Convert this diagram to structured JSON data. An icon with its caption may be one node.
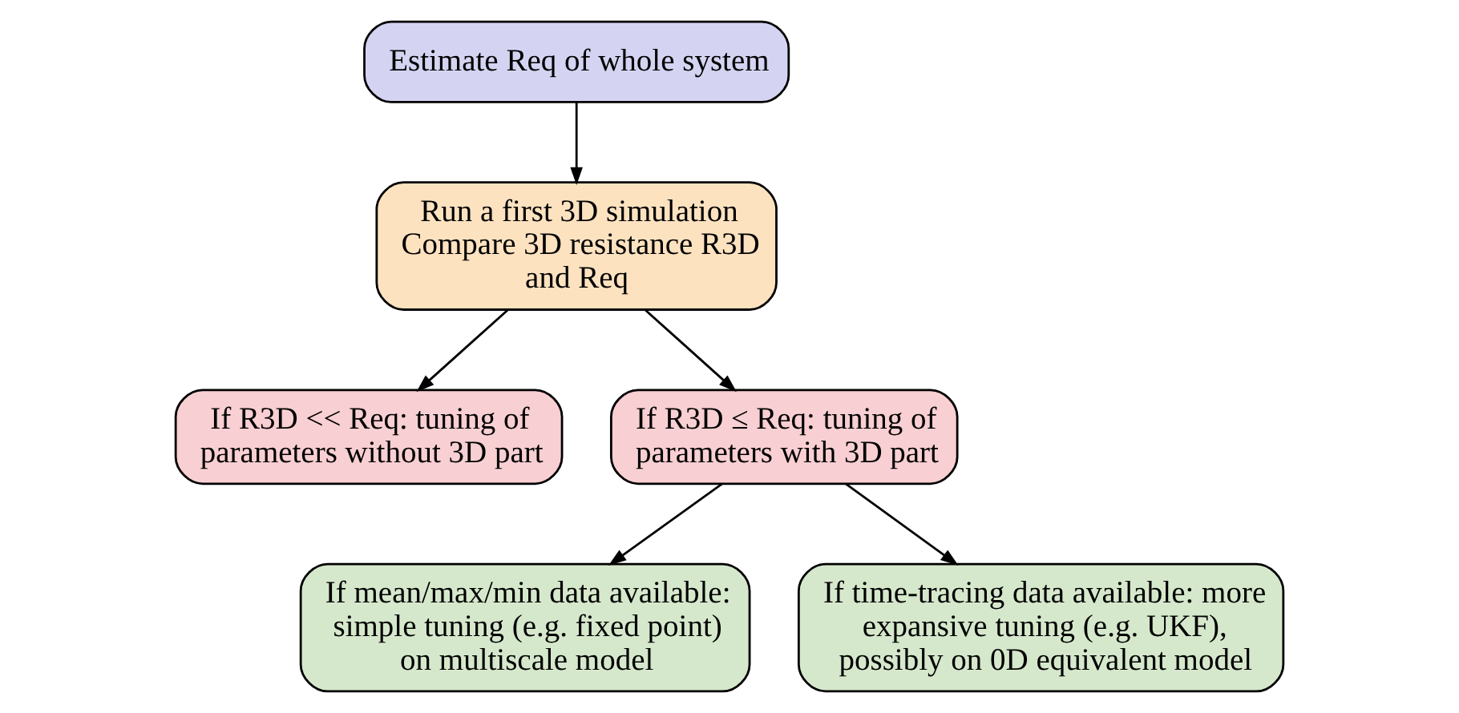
{
  "diagram": {
    "nodes": [
      {
        "text": [
          "Estimate Req of whole system"
        ]
      },
      {
        "text": [
          "Run a first 3D simulation Compare 3D resistance R3D and Req"
        ]
      },
      {
        "text": [
          "If R3D << Req: tuning of parameters without 3D part"
        ]
      },
      {
        "text": [
          "If R3D ≤ Req: tuning of parameters with 3D part"
        ]
      },
      {
        "text": [
          "If mean/max/min data available: simple tuning (e.g. fixed point) on multiscale model"
        ]
      },
      {
        "text": [
          "If time-tracing data available: more expansive tuning (e.g. UKF), possibly on 0D equivalent model"
        ]
      }
    ],
    "edges": [
      {
        "from": 0,
        "to": 1,
        "arrow": "to"
      },
      {
        "from": 1,
        "to": 2,
        "arrow": "to"
      },
      {
        "from": 1,
        "to": 3,
        "arrow": "to"
      },
      {
        "from": 3,
        "to": 4,
        "arrow": "to"
      },
      {
        "from": 3,
        "to": 5,
        "arrow": "to"
      }
    ]
  }
}
